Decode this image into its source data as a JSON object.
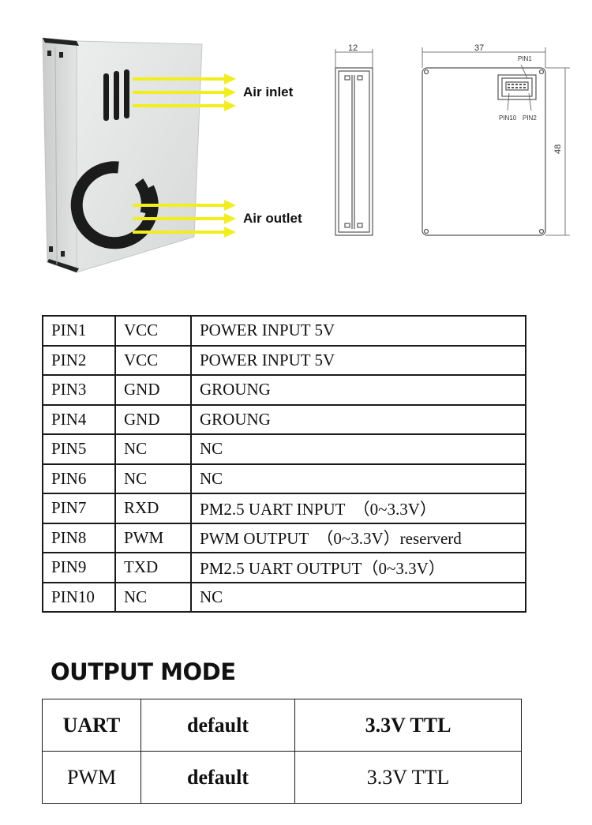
{
  "figure": {
    "air_inlet_label": "Air inlet",
    "air_outlet_label": "Air outlet",
    "side_width_dim": "12",
    "front_width_dim": "37",
    "front_height_dim": "48",
    "pin1_label": "PIN1",
    "pin10_label": "PIN10",
    "pin2_label": "PIN2",
    "arrow_color": "#f2ee1e"
  },
  "pin_table": {
    "rows": [
      {
        "pin": "PIN1",
        "signal": "VCC",
        "desc": "POWER INPUT 5V"
      },
      {
        "pin": "PIN2",
        "signal": "VCC",
        "desc": "POWER INPUT 5V"
      },
      {
        "pin": "PIN3",
        "signal": "GND",
        "desc": "GROUNG"
      },
      {
        "pin": "PIN4",
        "signal": "GND",
        "desc": "GROUNG"
      },
      {
        "pin": "PIN5",
        "signal": "NC",
        "desc": "NC"
      },
      {
        "pin": "PIN6",
        "signal": "NC",
        "desc": "NC"
      },
      {
        "pin": "PIN7",
        "signal": "RXD",
        "desc": "PM2.5 UART INPUT　（0~3.3V）"
      },
      {
        "pin": "PIN8",
        "signal": "PWM",
        "desc": "PWM OUTPUT　（0~3.3V）reserverd"
      },
      {
        "pin": "PIN9",
        "signal": "TXD",
        "desc": "PM2.5 UART OUTPUT（0~3.3V）"
      },
      {
        "pin": "PIN10",
        "signal": "NC",
        "desc": "NC"
      }
    ]
  },
  "output_mode": {
    "title": "OUTPUT MODE",
    "rows": [
      {
        "mode": "UART",
        "setting": "default",
        "level": "3.3V TTL"
      },
      {
        "mode": "PWM",
        "setting": "default",
        "level": "3.3V TTL"
      }
    ]
  }
}
